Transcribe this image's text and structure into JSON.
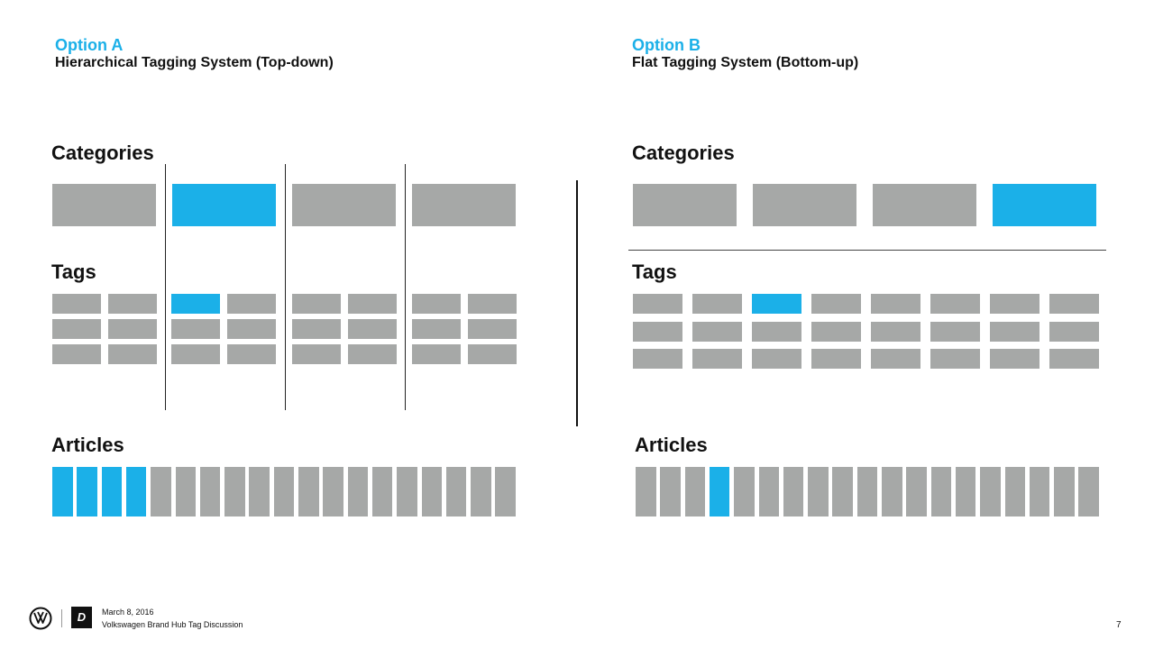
{
  "colors": {
    "accent": "#1bb0e8",
    "block": "#a6a8a7",
    "text": "#111111"
  },
  "option_a": {
    "label": "Option A",
    "subtitle": "Hierarchical Tagging System (Top-down)",
    "categories_heading": "Categories",
    "tags_heading": "Tags",
    "articles_heading": "Articles",
    "category_count": 4,
    "highlighted_category": 1,
    "tag_columns_per_group": 2,
    "tag_rows": 3,
    "highlighted_tag": {
      "group": 1,
      "row": 0,
      "col": 0
    },
    "article_count": 19,
    "highlighted_articles": [
      0,
      1,
      2,
      3
    ]
  },
  "option_b": {
    "label": "Option B",
    "subtitle": "Flat Tagging System (Bottom-up)",
    "categories_heading": "Categories",
    "tags_heading": "Tags",
    "articles_heading": "Articles",
    "category_count": 4,
    "highlighted_category": 3,
    "tag_columns": 8,
    "tag_rows": 3,
    "highlighted_tag": {
      "row": 0,
      "col": 2
    },
    "article_count": 19,
    "highlighted_articles": [
      3
    ]
  },
  "footer": {
    "date": "March 8, 2016",
    "title": "Volkswagen Brand Hub Tag Discussion",
    "page_number": "7",
    "logo_letter": "D",
    "vw_logo": "vw-logo-icon"
  }
}
